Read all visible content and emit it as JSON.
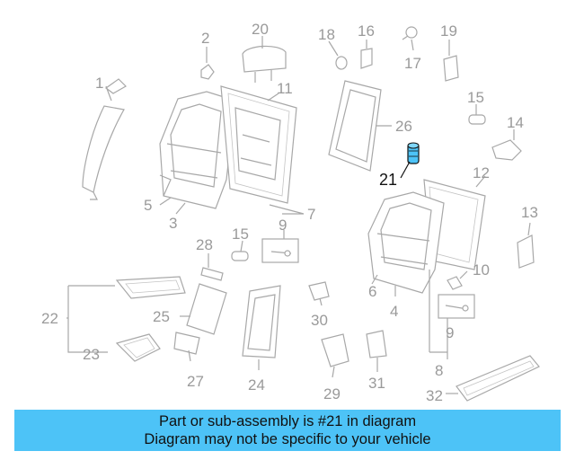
{
  "highlight": {
    "part_number": "21",
    "color": "#4dc3f7"
  },
  "callouts": {
    "c1": "1",
    "c2": "2",
    "c3": "3",
    "c4": "4",
    "c5": "5",
    "c6": "6",
    "c7": "7",
    "c8": "8",
    "c9a": "9",
    "c9b": "9",
    "c10": "10",
    "c11": "11",
    "c12": "12",
    "c13": "13",
    "c14": "14",
    "c15a": "15",
    "c15b": "15",
    "c16": "16",
    "c17": "17",
    "c18": "18",
    "c19": "19",
    "c20": "20",
    "c21": "21",
    "c22": "22",
    "c23": "23",
    "c24": "24",
    "c25": "25",
    "c26": "26",
    "c27": "27",
    "c28": "28",
    "c29": "29",
    "c30": "30",
    "c31": "31",
    "c32": "32"
  },
  "banner": {
    "line1": "Part or sub-assembly is #21 in diagram",
    "line2": "Diagram may not be specific to your vehicle",
    "background": "#4dc3f7"
  }
}
